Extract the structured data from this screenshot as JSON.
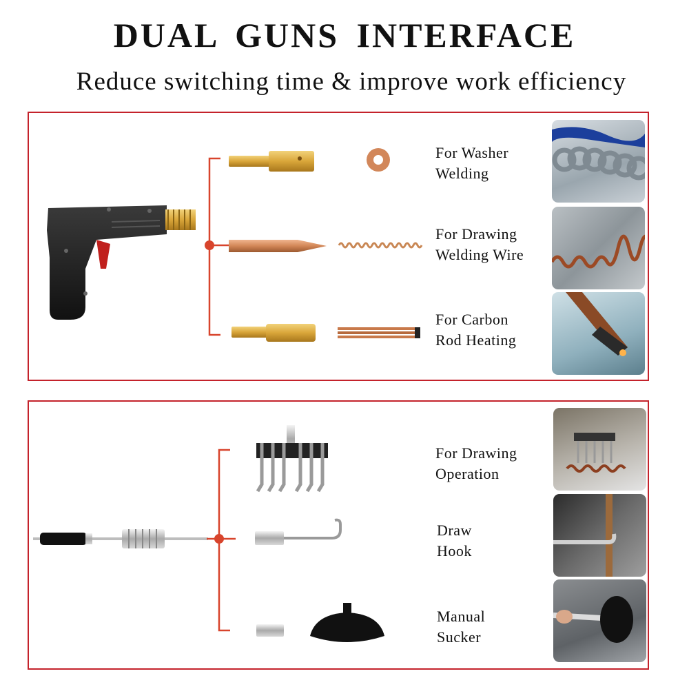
{
  "header": {
    "title": "DUAL GUNS INTERFACE",
    "subtitle": "Reduce switching time & improve work efficiency"
  },
  "panel_top": {
    "items": [
      {
        "label": "For Washer\nWelding",
        "photo_icon": "washer-welding-photo"
      },
      {
        "label": "For Drawing\nWelding Wire",
        "photo_icon": "wire-drawing-photo"
      },
      {
        "label": "For Carbon\nRod Heating",
        "photo_icon": "carbon-rod-photo"
      }
    ]
  },
  "panel_bottom": {
    "items": [
      {
        "label": "For Drawing\nOperation",
        "photo_icon": "drawing-operation-photo"
      },
      {
        "label": "Draw\nHook",
        "photo_icon": "draw-hook-photo"
      },
      {
        "label": "Manual\nSucker",
        "photo_icon": "manual-sucker-photo"
      }
    ]
  },
  "colors": {
    "frame": "#c4222b",
    "connector": "#d8442c",
    "brass": "#d9a63a",
    "copper": "#c8794a"
  }
}
